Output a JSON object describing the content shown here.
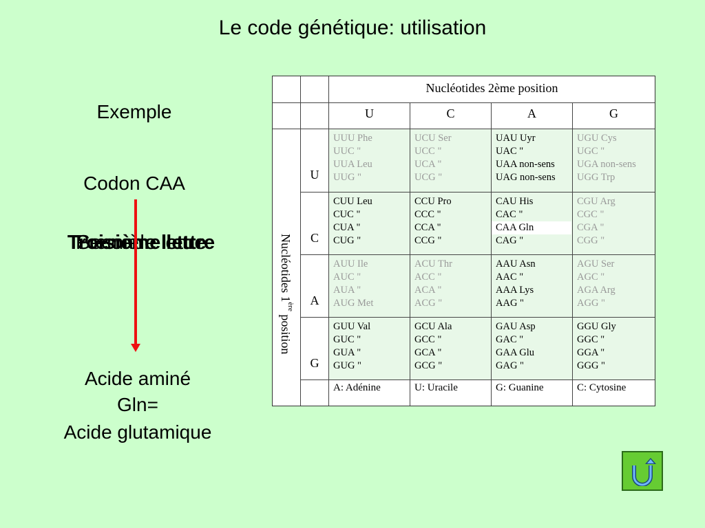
{
  "slide": {
    "title": "Le code génétique: utilisation",
    "example_label": "Exemple",
    "codon_label": "Codon CAA",
    "overlap_letters": [
      "Première lettre",
      "Seconde lettre",
      "Troisième lettre"
    ],
    "result_line1": "Acide aminé",
    "result_line2": "Gln=",
    "result_line3": "Acide glutamique"
  },
  "table": {
    "header_title": "Nucléotides 2ème position",
    "second_positions": [
      "U",
      "C",
      "A",
      "G"
    ],
    "first_positions": [
      "U",
      "C",
      "A",
      "G"
    ],
    "vertical_label_main": "Nucléotides 1",
    "vertical_label_sup": "ère",
    "vertical_label_end": " position",
    "rows": [
      [
        [
          "UUU Phe",
          "UUC \"",
          "UUA Leu",
          "UUG \""
        ],
        [
          "UCU Ser",
          "UCC  \"",
          "UCA  \"",
          "UCG  \""
        ],
        [
          "UAU Uyr",
          "UAC  \"",
          "UAA non-sens",
          "UAG non-sens"
        ],
        [
          "UGU Cys",
          "UGC  \"",
          "UGA non-sens",
          "UGG Trp"
        ]
      ],
      [
        [
          "CUU Leu",
          "CUC  \"",
          "CUA  \"",
          "CUG  \""
        ],
        [
          " CCU Pro",
          "CCC  \"",
          "CCA  \"",
          "CCG  \""
        ],
        [
          "CAU His",
          "CAC  \"",
          "CAA Gln",
          "CAG  \""
        ],
        [
          "CGU Arg",
          "CGC  \"",
          "CGA  \"",
          "CGG  \""
        ]
      ],
      [
        [
          "AUU Ile",
          "AUC  \"",
          "AUA  \"",
          "AUG Met"
        ],
        [
          "ACU Thr",
          "ACC  \"",
          "ACA  \"",
          "ACG  \""
        ],
        [
          "AAU Asn",
          "AAC  \"",
          "AAA Lys",
          "AAG  \""
        ],
        [
          "AGU Ser",
          "AGC  \"",
          "AGA Arg",
          "AGG  \""
        ]
      ],
      [
        [
          "GUU Val",
          "GUC  \"",
          "GUA  \"",
          "GUG  \""
        ],
        [
          "GCU Ala",
          "GCC  \"",
          "GCA  \"",
          "GCG  \""
        ],
        [
          "GAU Asp",
          "GAC  \"",
          "GAA Glu",
          "GAG  \""
        ],
        [
          "GGU Gly",
          "GGC  \"",
          "GGA  \"",
          "GGG  \""
        ]
      ]
    ],
    "legend": [
      "A: Adénine",
      "U: Uracile",
      "G: Guanine",
      "C: Cytosine"
    ]
  },
  "colors": {
    "background": "#ccffcc",
    "arrow": "#ee1111",
    "faded_text": "#999999",
    "button_green": "#66cc33"
  },
  "icons": {
    "back_button": "return-arrow-icon"
  }
}
